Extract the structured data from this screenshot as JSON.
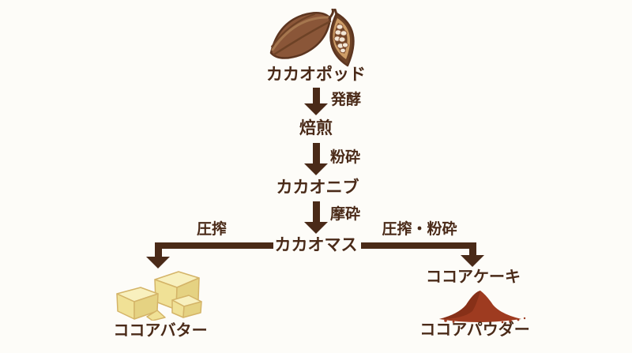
{
  "colors": {
    "background": "#FDFCF8",
    "ink": "#4A2A18",
    "pod_brown": "#8A5638",
    "pod_outline": "#5C3520",
    "pod_ridge_light": "#A5764E",
    "pod_ridge_dark": "#6D4226",
    "pod_rim": "#CD9C66",
    "pod_cavity": "#6D4226",
    "bean_cream": "#F3E7D7",
    "butter_top": "#F8F0BE",
    "butter_front": "#F0E196",
    "butter_side": "#E5D282",
    "butter_outline": "#D4B468",
    "powder": "#9E3B20",
    "powder_dark": "#7F2D16"
  },
  "flow": {
    "main": {
      "pod": "カカオポッド",
      "fermentation": "発酵",
      "roasting": "焙煎",
      "crushing": "粉砕",
      "nibs": "カカオニブ",
      "grinding": "摩砕",
      "mass": "カカオマス"
    },
    "left_branch": {
      "process": "圧搾",
      "product": "ココアバター"
    },
    "right_branch": {
      "process": "圧搾・粉砕",
      "cake": "ココアケーキ",
      "product": "ココアパウダー"
    }
  },
  "icons": {
    "cacao_pod": "cacao-pod-illustration",
    "cocoa_butter": "cocoa-butter-illustration",
    "cocoa_powder": "cocoa-powder-illustration"
  }
}
